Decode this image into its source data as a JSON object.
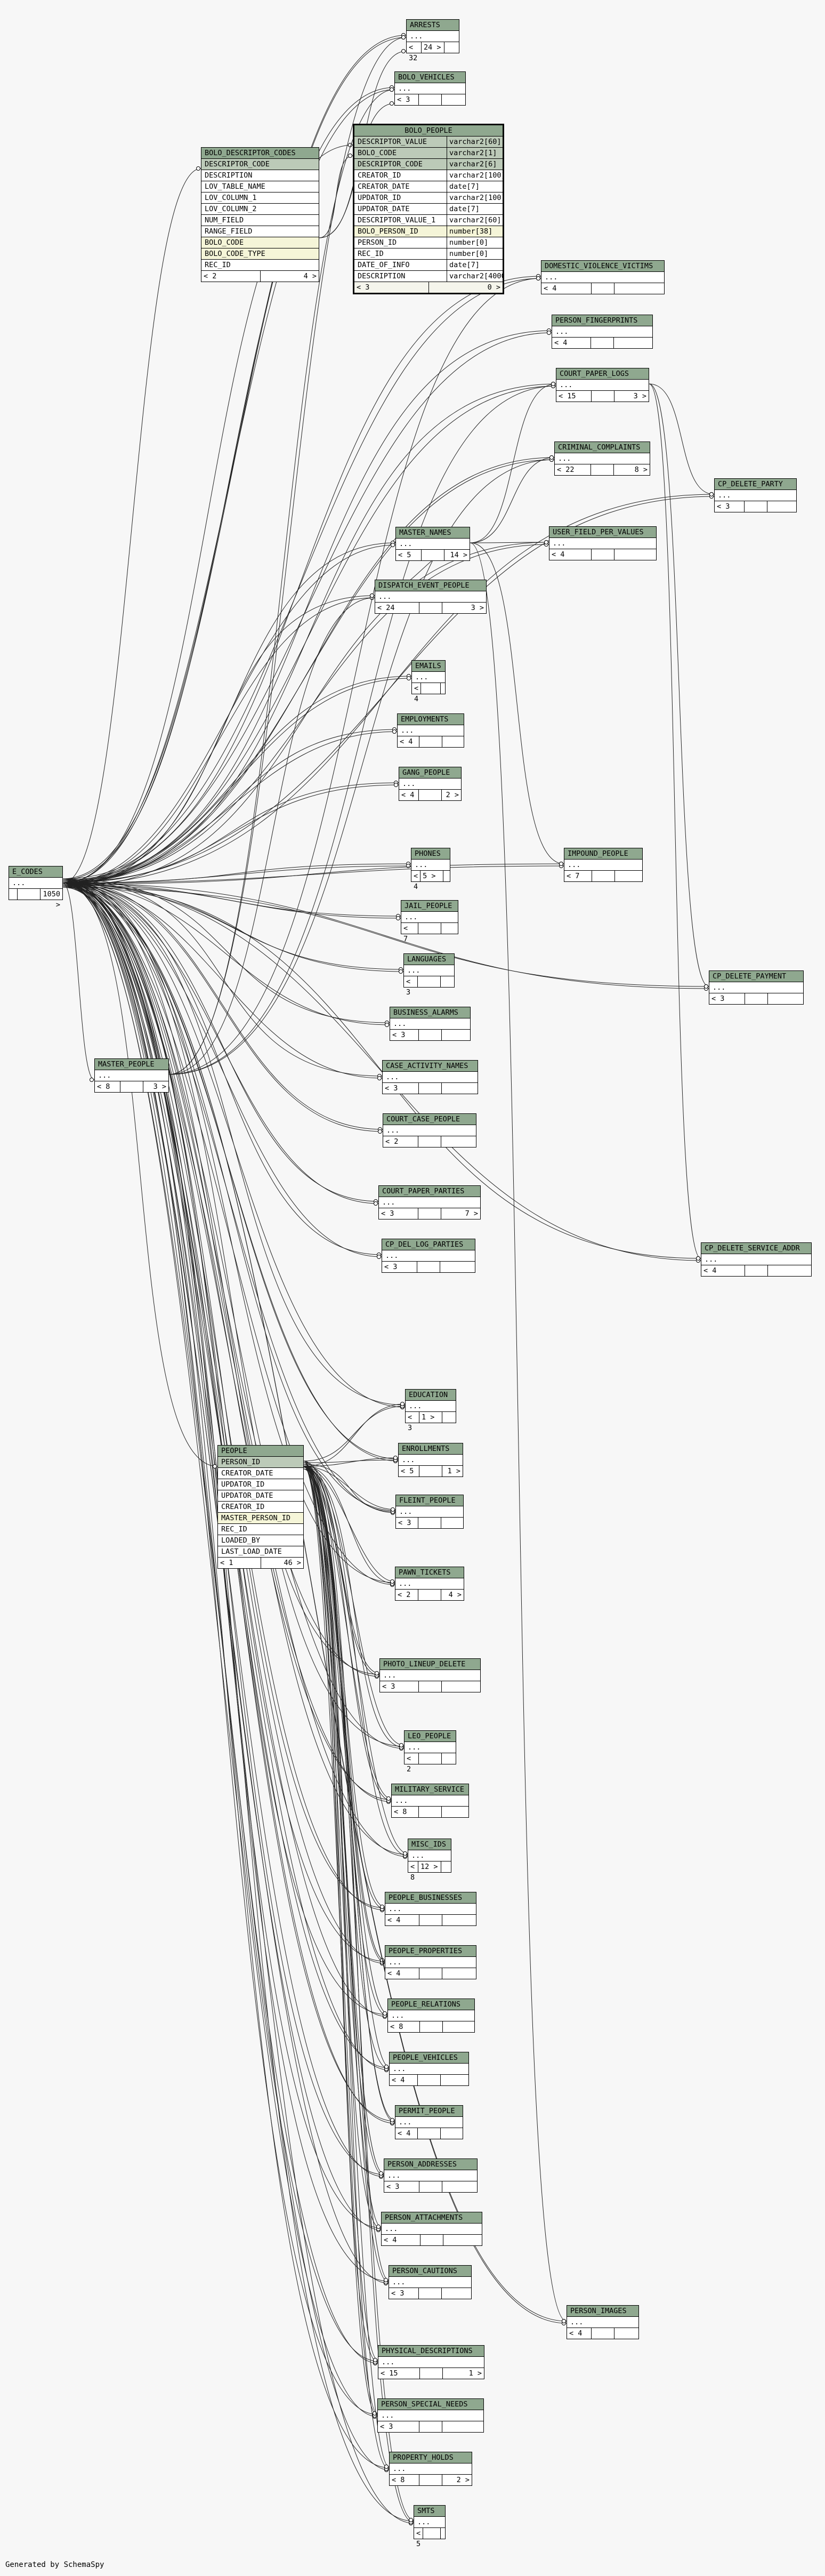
{
  "footer": "Generated by SchemaSpy",
  "main_table": {
    "name": "BOLO_PEOPLE",
    "columns": [
      {
        "name": "DESCRIPTOR_VALUE",
        "type": "varchar2[60]",
        "key": "pk"
      },
      {
        "name": "BOLO_CODE",
        "type": "varchar2[1]",
        "key": "pk"
      },
      {
        "name": "DESCRIPTOR_CODE",
        "type": "varchar2[6]",
        "key": "pk"
      },
      {
        "name": "CREATOR_ID",
        "type": "varchar2[100]",
        "key": ""
      },
      {
        "name": "CREATOR_DATE",
        "type": "date[7]",
        "key": ""
      },
      {
        "name": "UPDATOR_ID",
        "type": "varchar2[100]",
        "key": ""
      },
      {
        "name": "UPDATOR_DATE",
        "type": "date[7]",
        "key": ""
      },
      {
        "name": "DESCRIPTOR_VALUE_1",
        "type": "varchar2[60]",
        "key": ""
      },
      {
        "name": "BOLO_PERSON_ID",
        "type": "number[38]",
        "key": "fk"
      },
      {
        "name": "PERSON_ID",
        "type": "number[0]",
        "key": ""
      },
      {
        "name": "REC_ID",
        "type": "number[0]",
        "key": ""
      },
      {
        "name": "DATE_OF_INFO",
        "type": "date[7]",
        "key": ""
      },
      {
        "name": "DESCRIPTION",
        "type": "varchar2[4000]",
        "key": ""
      }
    ],
    "footer_left": "< 3",
    "footer_right": "0 >"
  },
  "tables": [
    {
      "id": "ARRESTS",
      "name": "ARRESTS",
      "f1": "< 32",
      "f2": "24 >",
      "f3": ""
    },
    {
      "id": "BOLO_VEHICLES",
      "name": "BOLO_VEHICLES",
      "f1": "< 3",
      "f2": "",
      "f3": ""
    },
    {
      "id": "DOMESTIC_VIOLENCE_VICTIMS",
      "name": "DOMESTIC_VIOLENCE_VICTIMS",
      "f1": "< 4",
      "f2": "",
      "f3": ""
    },
    {
      "id": "PERSON_FINGERPRINTS",
      "name": "PERSON_FINGERPRINTS",
      "f1": "< 4",
      "f2": "",
      "f3": ""
    },
    {
      "id": "COURT_PAPER_LOGS",
      "name": "COURT_PAPER_LOGS",
      "f1": "< 15",
      "f2": "",
      "f3": "3 >"
    },
    {
      "id": "CRIMINAL_COMPLAINTS",
      "name": "CRIMINAL_COMPLAINTS",
      "f1": "< 22",
      "f2": "",
      "f3": "8 >"
    },
    {
      "id": "CP_DELETE_PARTY",
      "name": "CP_DELETE_PARTY",
      "f1": "< 3",
      "f2": "",
      "f3": ""
    },
    {
      "id": "MASTER_NAMES",
      "name": "MASTER_NAMES",
      "f1": "< 5",
      "f2": "",
      "f3": "14 >"
    },
    {
      "id": "USER_FIELD_PER_VALUES",
      "name": "USER_FIELD_PER_VALUES",
      "f1": "< 4",
      "f2": "",
      "f3": ""
    },
    {
      "id": "DISPATCH_EVENT_PEOPLE",
      "name": "DISPATCH_EVENT_PEOPLE",
      "f1": "< 24",
      "f2": "",
      "f3": "3 >"
    },
    {
      "id": "EMAILS",
      "name": "EMAILS",
      "f1": "< 4",
      "f2": "",
      "f3": ""
    },
    {
      "id": "EMPLOYMENTS",
      "name": "EMPLOYMENTS",
      "f1": "< 4",
      "f2": "",
      "f3": ""
    },
    {
      "id": "GANG_PEOPLE",
      "name": "GANG_PEOPLE",
      "f1": "< 4",
      "f2": "",
      "f3": "2 >"
    },
    {
      "id": "E_CODES",
      "name": "E_CODES",
      "f1": "",
      "f2": "",
      "f3": "1050 >"
    },
    {
      "id": "PHONES",
      "name": "PHONES",
      "f1": "< 4",
      "f2": "5 >",
      "f3": ""
    },
    {
      "id": "IMPOUND_PEOPLE",
      "name": "IMPOUND_PEOPLE",
      "f1": "< 7",
      "f2": "",
      "f3": ""
    },
    {
      "id": "JAIL_PEOPLE",
      "name": "JAIL_PEOPLE",
      "f1": "< 7",
      "f2": "",
      "f3": ""
    },
    {
      "id": "LANGUAGES",
      "name": "LANGUAGES",
      "f1": "< 3",
      "f2": "",
      "f3": ""
    },
    {
      "id": "CP_DELETE_PAYMENT",
      "name": "CP_DELETE_PAYMENT",
      "f1": "< 3",
      "f2": "",
      "f3": ""
    },
    {
      "id": "BUSINESS_ALARMS",
      "name": "BUSINESS_ALARMS",
      "f1": "< 3",
      "f2": "",
      "f3": ""
    },
    {
      "id": "MASTER_PEOPLE",
      "name": "MASTER_PEOPLE",
      "f1": "< 8",
      "f2": "",
      "f3": "3 >"
    },
    {
      "id": "CASE_ACTIVITY_NAMES",
      "name": "CASE_ACTIVITY_NAMES",
      "f1": "< 3",
      "f2": "",
      "f3": ""
    },
    {
      "id": "COURT_CASE_PEOPLE",
      "name": "COURT_CASE_PEOPLE",
      "f1": "< 2",
      "f2": "",
      "f3": ""
    },
    {
      "id": "COURT_PAPER_PARTIES",
      "name": "COURT_PAPER_PARTIES",
      "f1": "< 3",
      "f2": "",
      "f3": "7 >"
    },
    {
      "id": "CP_DEL_LOG_PARTIES",
      "name": "CP_DEL_LOG_PARTIES",
      "f1": "< 3",
      "f2": "",
      "f3": ""
    },
    {
      "id": "CP_DELETE_SERVICE_ADDR",
      "name": "CP_DELETE_SERVICE_ADDR",
      "f1": "< 4",
      "f2": "",
      "f3": ""
    },
    {
      "id": "EDUCATION",
      "name": "EDUCATION",
      "f1": "< 3",
      "f2": "1 >",
      "f3": ""
    },
    {
      "id": "ENROLLMENTS",
      "name": "ENROLLMENTS",
      "f1": "< 5",
      "f2": "",
      "f3": "1 >"
    },
    {
      "id": "FLEINT_PEOPLE",
      "name": "FLEINT_PEOPLE",
      "f1": "< 3",
      "f2": "",
      "f3": ""
    },
    {
      "id": "PAWN_TICKETS",
      "name": "PAWN_TICKETS",
      "f1": "< 2",
      "f2": "",
      "f3": "4 >"
    },
    {
      "id": "PHOTO_LINEUP_DELETE",
      "name": "PHOTO_LINEUP_DELETE",
      "f1": "< 3",
      "f2": "",
      "f3": ""
    },
    {
      "id": "LEO_PEOPLE",
      "name": "LEO_PEOPLE",
      "f1": "< 2",
      "f2": "",
      "f3": ""
    },
    {
      "id": "MILITARY_SERVICE",
      "name": "MILITARY_SERVICE",
      "f1": "< 8",
      "f2": "",
      "f3": ""
    },
    {
      "id": "MISC_IDS",
      "name": "MISC_IDS",
      "f1": "< 8",
      "f2": "12 >",
      "f3": ""
    },
    {
      "id": "PEOPLE_BUSINESSES",
      "name": "PEOPLE_BUSINESSES",
      "f1": "< 4",
      "f2": "",
      "f3": ""
    },
    {
      "id": "PEOPLE_PROPERTIES",
      "name": "PEOPLE_PROPERTIES",
      "f1": "< 4",
      "f2": "",
      "f3": ""
    },
    {
      "id": "PEOPLE_RELATIONS",
      "name": "PEOPLE_RELATIONS",
      "f1": "< 8",
      "f2": "",
      "f3": ""
    },
    {
      "id": "PEOPLE_VEHICLES",
      "name": "PEOPLE_VEHICLES",
      "f1": "< 4",
      "f2": "",
      "f3": ""
    },
    {
      "id": "PERMIT_PEOPLE",
      "name": "PERMIT_PEOPLE",
      "f1": "< 4",
      "f2": "",
      "f3": ""
    },
    {
      "id": "PERSON_ADDRESSES",
      "name": "PERSON_ADDRESSES",
      "f1": "< 3",
      "f2": "",
      "f3": ""
    },
    {
      "id": "PERSON_ATTACHMENTS",
      "name": "PERSON_ATTACHMENTS",
      "f1": "< 4",
      "f2": "",
      "f3": ""
    },
    {
      "id": "PERSON_CAUTIONS",
      "name": "PERSON_CAUTIONS",
      "f1": "< 3",
      "f2": "",
      "f3": ""
    },
    {
      "id": "PERSON_IMAGES",
      "name": "PERSON_IMAGES",
      "f1": "< 4",
      "f2": "",
      "f3": ""
    },
    {
      "id": "PHYSICAL_DESCRIPTIONS",
      "name": "PHYSICAL_DESCRIPTIONS",
      "f1": "< 15",
      "f2": "",
      "f3": "1 >"
    },
    {
      "id": "PERSON_SPECIAL_NEEDS",
      "name": "PERSON_SPECIAL_NEEDS",
      "f1": "< 3",
      "f2": "",
      "f3": ""
    },
    {
      "id": "PROPERTY_HOLDS",
      "name": "PROPERTY_HOLDS",
      "f1": "< 8",
      "f2": "",
      "f3": "2 >"
    },
    {
      "id": "SMTS",
      "name": "SMTS",
      "f1": "< 5",
      "f2": "",
      "f3": ""
    }
  ],
  "detail_tables": [
    {
      "id": "BOLO_DESCRIPTOR_CODES",
      "name": "BOLO_DESCRIPTOR_CODES",
      "rows": [
        {
          "name": "DESCRIPTOR_CODE",
          "key": "pk"
        },
        {
          "name": "DESCRIPTION",
          "key": ""
        },
        {
          "name": "LOV_TABLE_NAME",
          "key": ""
        },
        {
          "name": "LOV_COLUMN_1",
          "key": ""
        },
        {
          "name": "LOV_COLUMN_2",
          "key": ""
        },
        {
          "name": "NUM_FIELD",
          "key": ""
        },
        {
          "name": "RANGE_FIELD",
          "key": ""
        },
        {
          "name": "BOLO_CODE",
          "key": "fk"
        },
        {
          "name": "BOLO_CODE_TYPE",
          "key": "fk"
        },
        {
          "name": "REC_ID",
          "key": ""
        }
      ],
      "f1": "< 2",
      "f3": "4 >"
    },
    {
      "id": "PEOPLE",
      "name": "PEOPLE",
      "rows": [
        {
          "name": "PERSON_ID",
          "key": "pk"
        },
        {
          "name": "CREATOR_DATE",
          "key": ""
        },
        {
          "name": "UPDATOR_ID",
          "key": ""
        },
        {
          "name": "UPDATOR_DATE",
          "key": ""
        },
        {
          "name": "CREATOR_ID",
          "key": ""
        },
        {
          "name": "MASTER_PERSON_ID",
          "key": "fk"
        },
        {
          "name": "REC_ID",
          "key": ""
        },
        {
          "name": "LOADED_BY",
          "key": ""
        },
        {
          "name": "LAST_LOAD_DATE",
          "key": ""
        }
      ],
      "f1": "< 1",
      "f3": "46 >"
    }
  ]
}
